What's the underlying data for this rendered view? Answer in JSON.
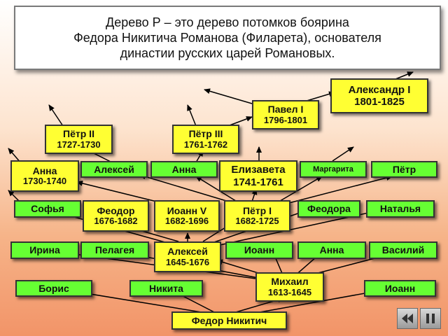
{
  "title": {
    "line1": "Дерево Р – это дерево потомков боярина",
    "line2": "Федора Никитича Романова (Филарета), основателя",
    "line3": "династии русских царей Романовых."
  },
  "nodes": {
    "fedor_nikitich": {
      "name": "Федор Никитич"
    },
    "boris": {
      "name": "Борис"
    },
    "nikita": {
      "name": "Никита"
    },
    "mikhail": {
      "name": "Михаил",
      "years": "1613-1645"
    },
    "ioann_top_row": {
      "name": "Иоанн"
    },
    "irina": {
      "name": "Ирина"
    },
    "pelageya": {
      "name": "Пелагея"
    },
    "aleksey_1645": {
      "name": "Алексей",
      "years": "1645-1676"
    },
    "ioann_mid": {
      "name": "Иоанн"
    },
    "anna_mid": {
      "name": "Анна"
    },
    "vasiliy": {
      "name": "Василий"
    },
    "sofya": {
      "name": "Софья"
    },
    "feodor": {
      "name": "Феодор",
      "years": "1676-1682"
    },
    "ioann_v": {
      "name": "Иоанн V",
      "years": "1682-1696"
    },
    "petr_i": {
      "name": "Пётр I",
      "years": "1682-1725"
    },
    "feodora": {
      "name": "Феодора"
    },
    "natalya": {
      "name": "Наталья"
    },
    "anna_1730": {
      "name": "Анна",
      "years": "1730-1740"
    },
    "aleksey_upper": {
      "name": "Алексей"
    },
    "anna_upper": {
      "name": "Анна"
    },
    "elizaveta": {
      "name": "Елизавета",
      "years": "1741-1761"
    },
    "margarita": {
      "name": "Маргарита"
    },
    "petr_upper": {
      "name": "Пётр"
    },
    "petr_ii": {
      "name": "Пётр II",
      "years": "1727-1730"
    },
    "petr_iii": {
      "name": "Пётр III",
      "years": "1761-1762"
    },
    "pavel_i": {
      "name": "Павел I",
      "years": "1796-1801"
    },
    "aleksandr_i": {
      "name": "Александр I",
      "years": "1801-1825"
    }
  },
  "colors": {
    "ruler": "#ffff33",
    "non_ruler": "#66ff33",
    "line": "#000000"
  },
  "navigation": {
    "prev_icon": "rewind-icon",
    "next_icon": "pause-icon"
  }
}
